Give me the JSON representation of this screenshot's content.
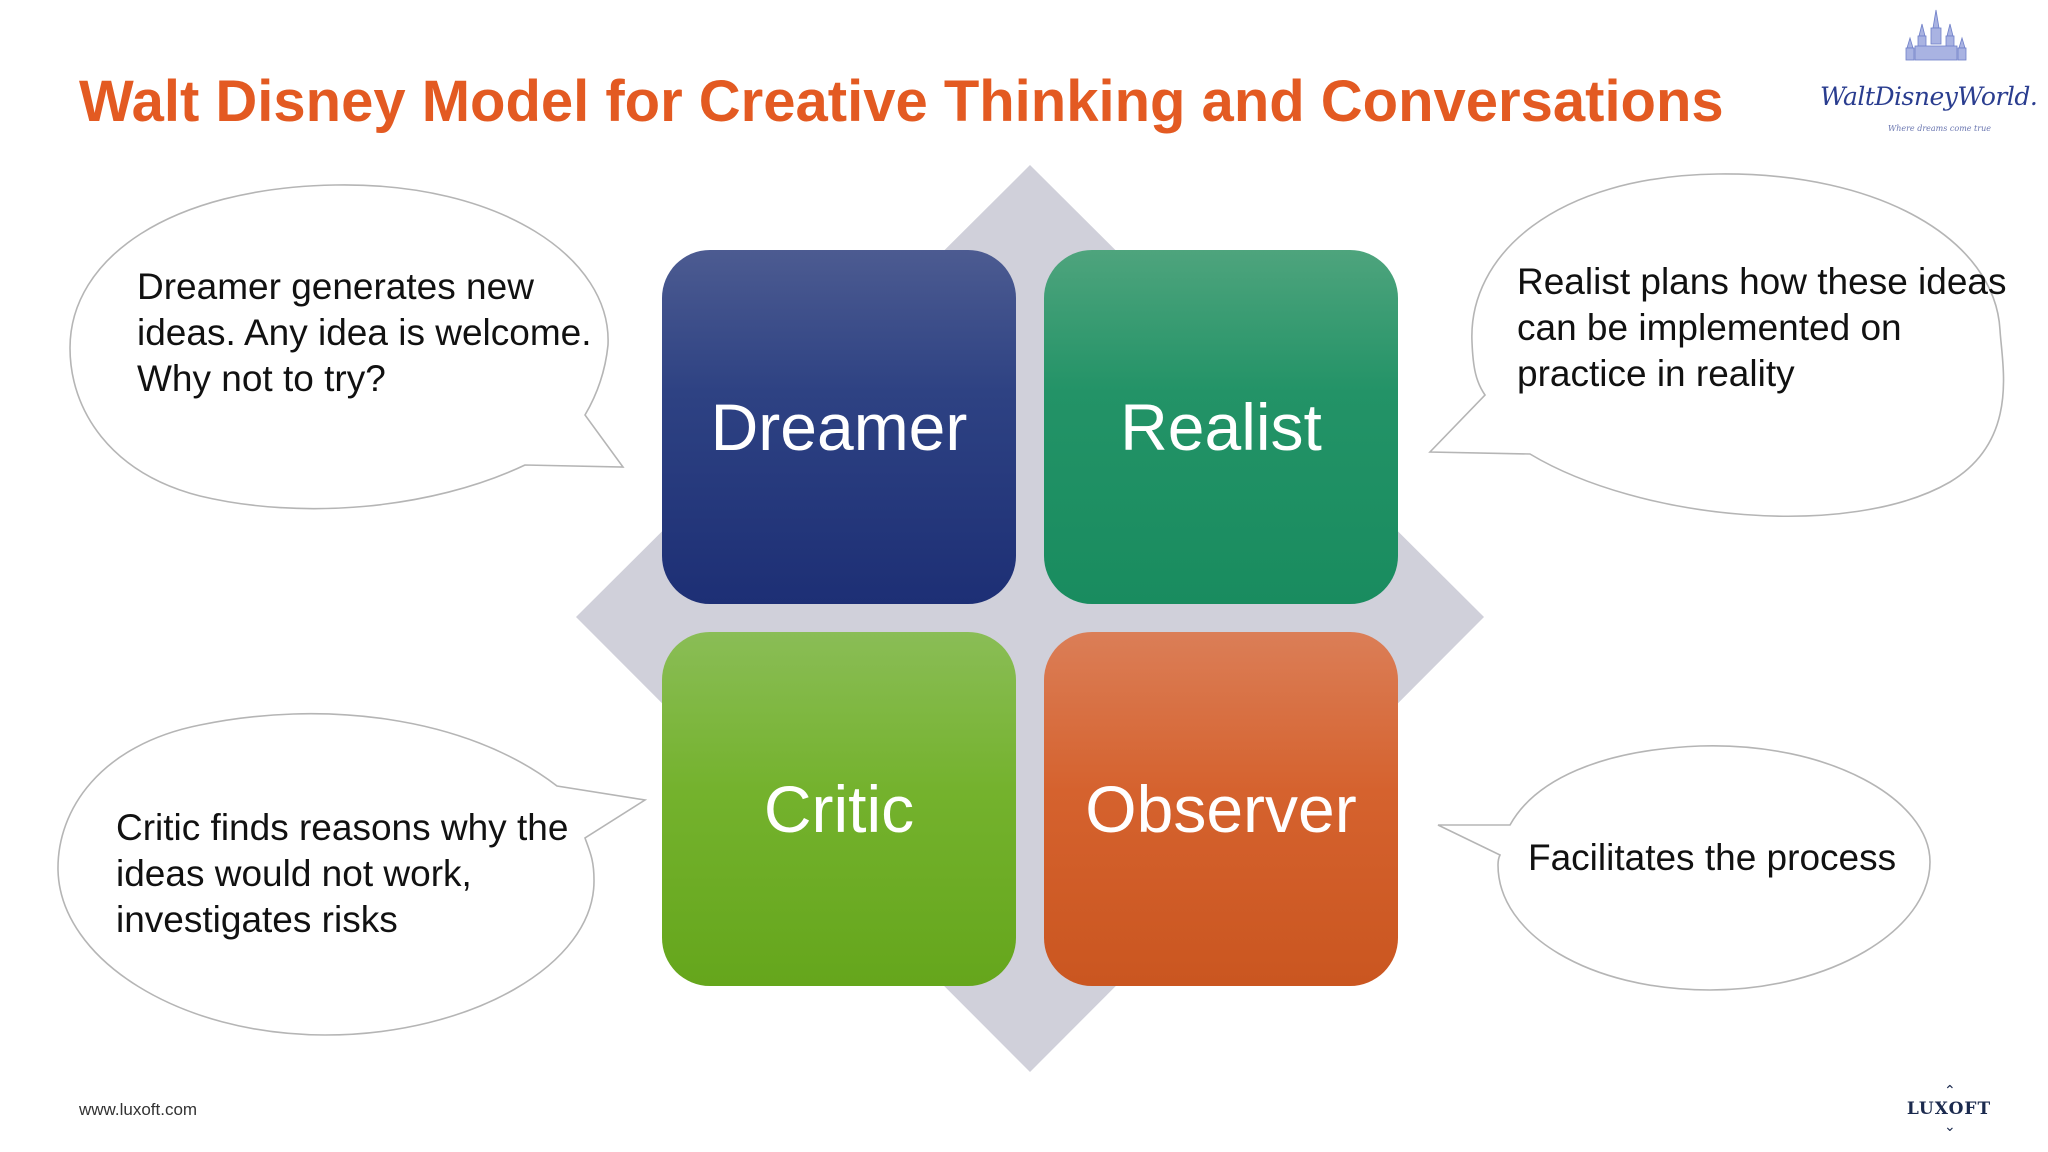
{
  "slide": {
    "title": "Walt Disney Model for Creative Thinking and Conversations",
    "footer_url": "www.luxoft.com"
  },
  "logos": {
    "disney": "WaltDisneyWorld.",
    "disney_tagline": "Where dreams come true",
    "luxoft": "LUXOFT"
  },
  "roles": {
    "dreamer": "Dreamer",
    "realist": "Realist",
    "critic": "Critic",
    "observer": "Observer"
  },
  "bubbles": {
    "dreamer": "Dreamer generates new ideas. Any idea is welcome. Why not to try?",
    "realist": "Realist plans how these ideas can be implemented on practice in reality",
    "critic": "Critic finds reasons why the ideas would not work, investigates risks",
    "observer": "Facilitates the process"
  },
  "colors": {
    "title": "#e35a22",
    "dreamer": "#1d2f75",
    "realist": "#198c5f",
    "critic": "#65a61c",
    "observer": "#ca5620",
    "diamond": "#d0d0da"
  }
}
